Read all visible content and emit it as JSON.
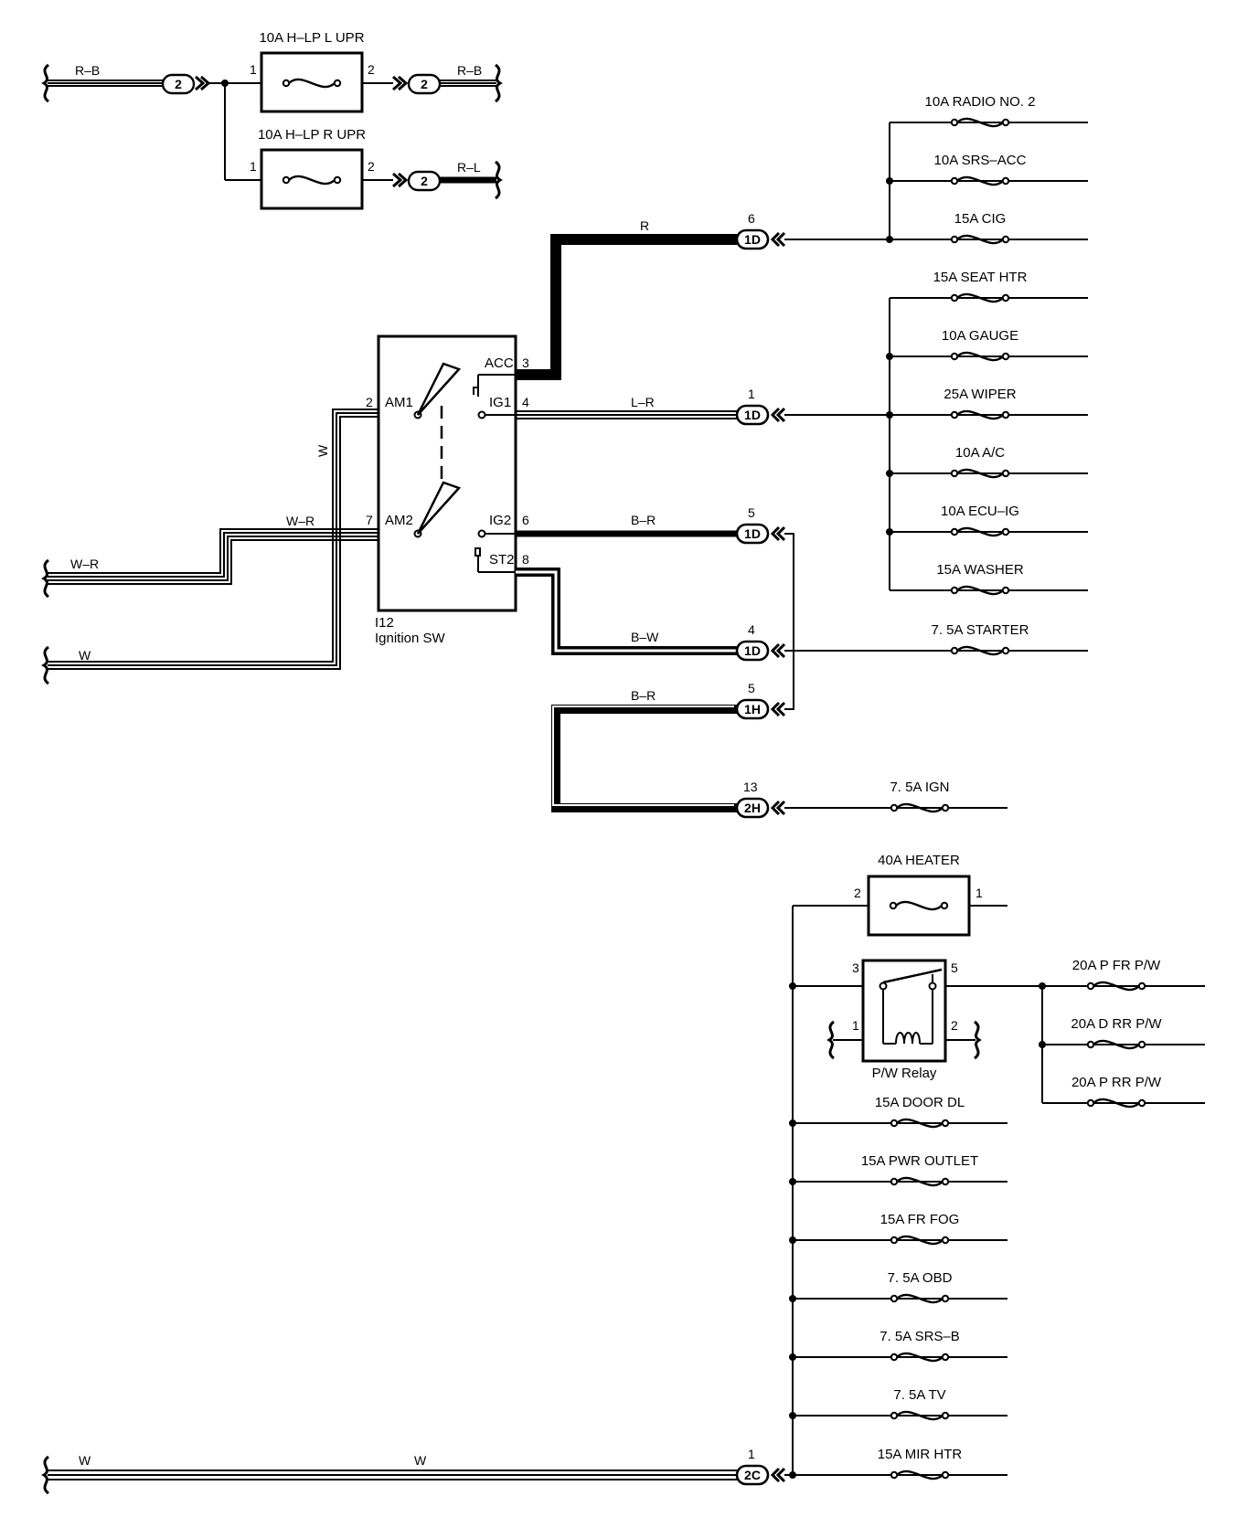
{
  "hlp_fuses": {
    "left_upper": {
      "label": "10A H–LP L UPR",
      "pin_in": "1",
      "pin_out": "2"
    },
    "right_upper": {
      "label": "10A H–LP R UPR",
      "pin_in": "1",
      "pin_out": "2"
    },
    "wire_in": "R–B",
    "wire_out_l": "R–B",
    "wire_out_r": "R–L",
    "connector": "2"
  },
  "switch": {
    "id": "I12",
    "name": "Ignition SW",
    "terminals": {
      "acc": "ACC",
      "ig1": "IG1",
      "ig2": "IG2",
      "st2": "ST2",
      "am1": "AM1",
      "am2": "AM2"
    },
    "pins": {
      "acc": "3",
      "ig1": "4",
      "ig2": "6",
      "st2": "8",
      "am1": "2",
      "am2": "7"
    }
  },
  "wires": {
    "acc": "R",
    "ig1": "L–R",
    "ig2": "B–R",
    "st2": "B–W",
    "jumper": "B–R",
    "am2_in": "W–R",
    "am2_left": "W–R",
    "am1_vertical": "W",
    "am1_left": "W",
    "bottom_left": "W",
    "bottom_mid": "W"
  },
  "connectors": {
    "c6": {
      "pin": "6",
      "id": "1D"
    },
    "c1": {
      "pin": "1",
      "id": "1D"
    },
    "c5": {
      "pin": "5",
      "id": "1D"
    },
    "c4": {
      "pin": "4",
      "id": "1D"
    },
    "c5h": {
      "pin": "5",
      "id": "1H"
    },
    "c13": {
      "pin": "13",
      "id": "2H"
    },
    "c2c": {
      "pin": "1",
      "id": "2C"
    }
  },
  "acc_fuses": [
    "10A RADIO NO. 2",
    "10A SRS–ACC",
    "15A CIG"
  ],
  "ig1_fuses": [
    "15A SEAT HTR",
    "10A GAUGE",
    "25A WIPER",
    "10A A/C",
    "10A ECU–IG",
    "15A WASHER"
  ],
  "starter_fuse": "7. 5A STARTER",
  "ign_fuse": "7. 5A IGN",
  "heater": {
    "label": "40A HEATER",
    "pin_in": "2",
    "pin_out": "1"
  },
  "relay": {
    "label": "P/W Relay",
    "pins": [
      "3",
      "5",
      "1",
      "2"
    ]
  },
  "pw_fuses": [
    "20A P FR P/W",
    "20A D RR P/W",
    "20A P RR P/W"
  ],
  "bottom_fuses": [
    "15A DOOR DL",
    "15A PWR OUTLET",
    "15A FR FOG",
    "7. 5A OBD",
    "7. 5A SRS–B",
    "7. 5A TV",
    "15A MIR HTR"
  ]
}
